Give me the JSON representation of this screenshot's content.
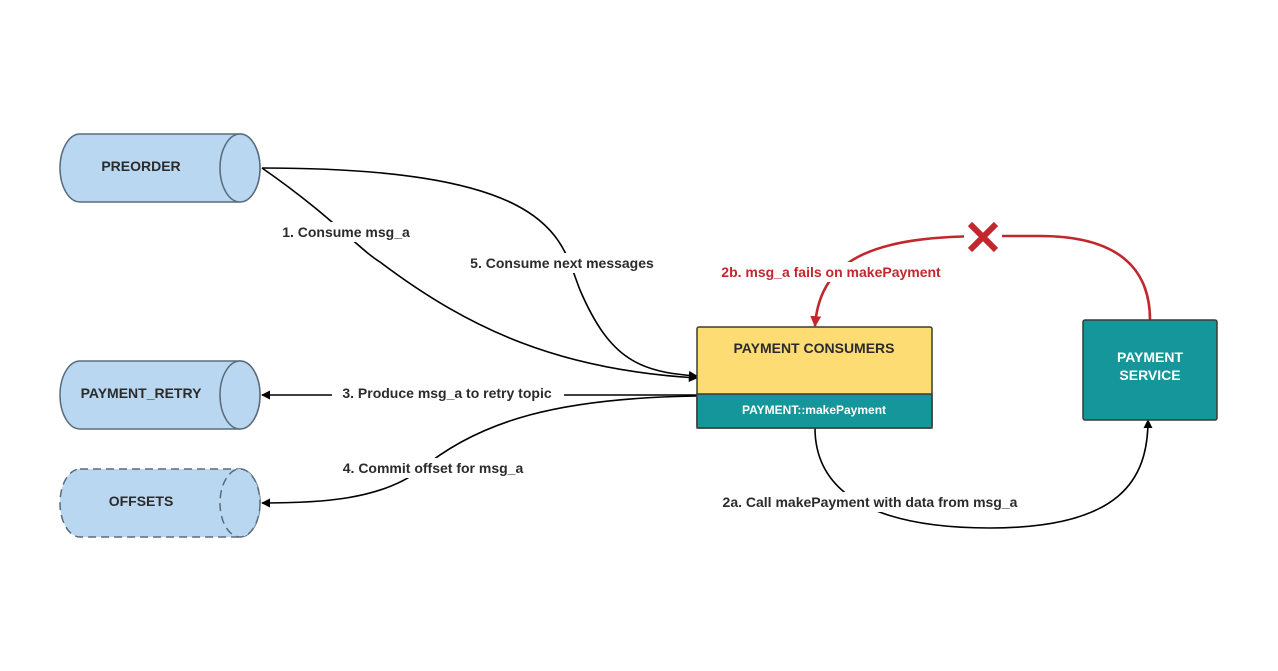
{
  "colors": {
    "queue_fill": "#b9d7f0",
    "queue_stroke": "#5b6b7b",
    "consumer_fill": "#fddc74",
    "service_fill": "#14969a",
    "error_red": "#c1272d",
    "edge": "#000000"
  },
  "nodes": {
    "preorder": "PREORDER",
    "payment_retry": "PAYMENT_RETRY",
    "offsets": "OFFSETS",
    "payment_consumers": "PAYMENT CONSUMERS",
    "make_payment": "PAYMENT::makePayment",
    "payment_service_line1": "PAYMENT",
    "payment_service_line2": "SERVICE"
  },
  "edges": {
    "consume_msg": "1. Consume msg_a",
    "call_make_payment": "2a. Call makePayment with data from msg_a",
    "msg_fails": "2b. msg_a fails on makePayment",
    "produce_retry": "3. Produce msg_a to retry topic",
    "commit_offset": "4. Commit offset for msg_a",
    "consume_next": "5. Consume next messages"
  },
  "icons": {
    "failure": "x-mark-icon"
  }
}
